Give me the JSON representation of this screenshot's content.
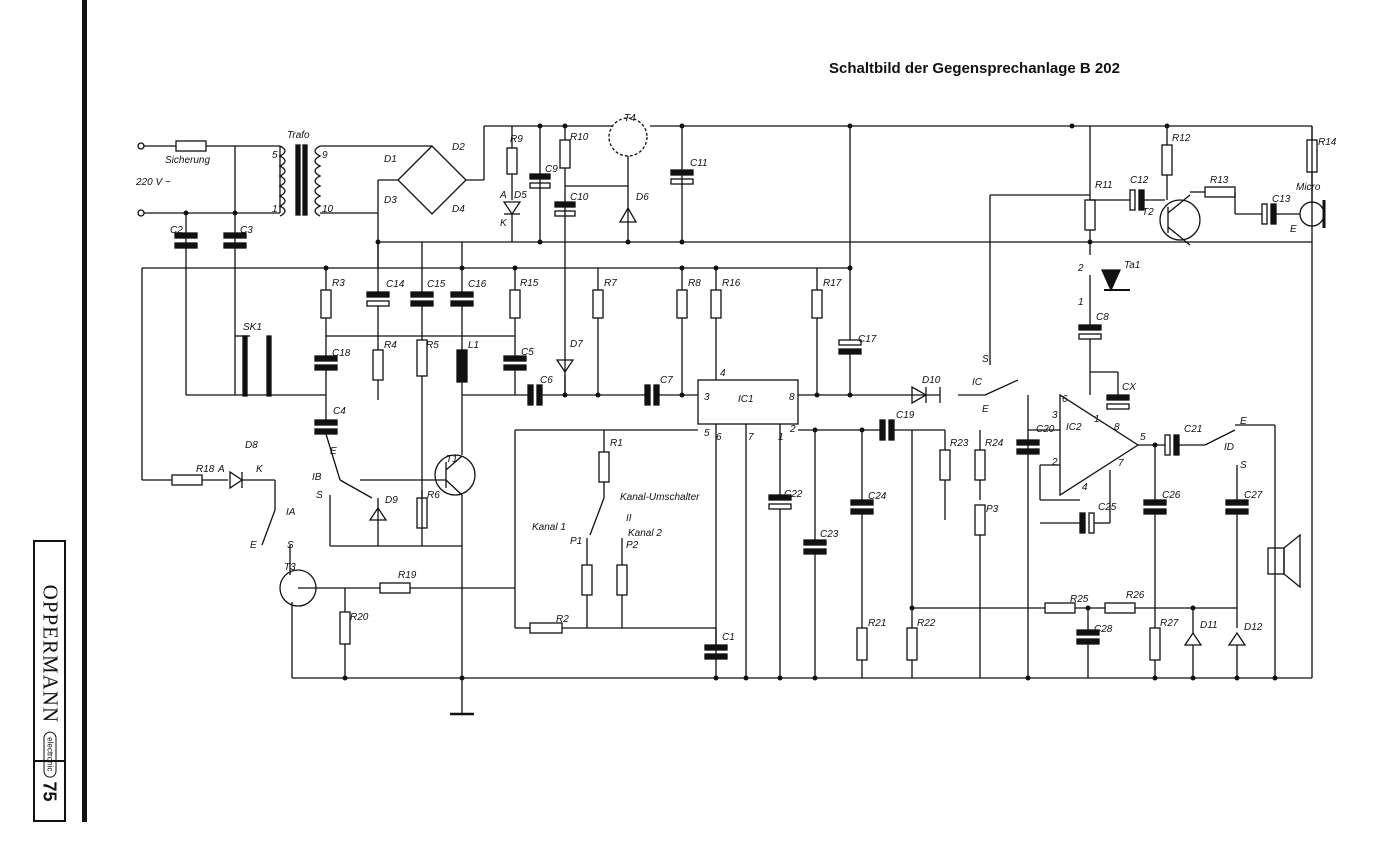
{
  "page": {
    "title": "Schaltbild der Gegensprechanlage B 202",
    "brand": "OPPERMANN",
    "brand_badge": "electronic",
    "page_number": "75"
  },
  "mains": {
    "fuse": "Sicherung",
    "voltage": "220 V ~",
    "transformer": "Trafo",
    "pins": [
      "5",
      "9",
      "1",
      "10"
    ]
  },
  "labels": [
    "D1",
    "D2",
    "D3",
    "D4",
    "R9",
    "C9",
    "R10",
    "T4",
    "C11",
    "D5",
    "A",
    "K",
    "C10",
    "D6",
    "R12",
    "R14",
    "R11",
    "C12",
    "R13",
    "C13",
    "Micro",
    "T2",
    "E",
    "Ta1",
    "2",
    "1",
    "C2",
    "C3",
    "R3",
    "C14",
    "C15",
    "C16",
    "R15",
    "R7",
    "R8",
    "R16",
    "R17",
    "C17",
    "SK1",
    "C18",
    "R4",
    "R5",
    "L1",
    "C5",
    "D7",
    "C6",
    "C7",
    "IC1",
    "D10",
    "C8",
    "IC",
    "S",
    "E",
    "CX",
    "C4",
    "D8",
    "A",
    "K",
    "R18",
    "IB",
    "S",
    "E",
    "D9",
    "R6",
    "T1",
    "C19",
    "R23",
    "R24",
    "C20",
    "IC2",
    "C21",
    "ID",
    "S",
    "E",
    "P3",
    "C25",
    "C26",
    "C27",
    "R1",
    "Kanal-Umschalter",
    "Kanal 1",
    "Kanal 2",
    "II",
    "P1",
    "P2",
    "C22",
    "C24",
    "C23",
    "IA",
    "E",
    "S",
    "T3",
    "R19",
    "R20",
    "R2",
    "C1",
    "R21",
    "R22",
    "R25",
    "R26",
    "C28",
    "R27",
    "D11",
    "D12"
  ],
  "ic1_pins": [
    "4",
    "3",
    "8",
    "5",
    "6",
    "7",
    "1",
    "2"
  ],
  "ic2_pins": [
    "6",
    "1",
    "8",
    "3",
    "2",
    "4",
    "7",
    "5"
  ]
}
